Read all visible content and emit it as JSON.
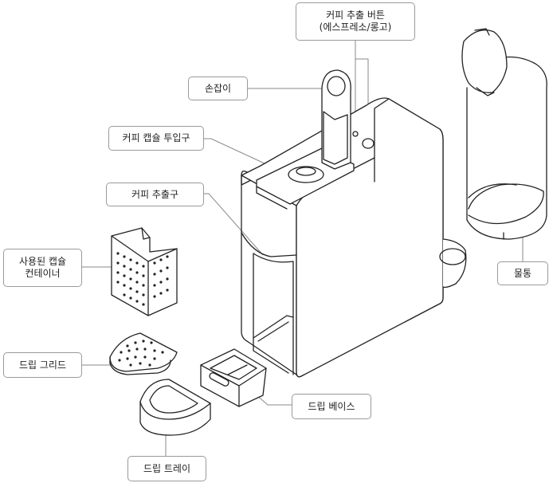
{
  "labels": {
    "brew_button": {
      "line1": "커피 추출 버튼",
      "line2": "(에스프레소/롱고)"
    },
    "handle": "손잡이",
    "capsule_slot": "커피 캡슐 투입구",
    "coffee_outlet": "커피 추출구",
    "used_capsule_container": {
      "line1": "사용된 캡슐",
      "line2": "컨테이너"
    },
    "drip_grid": "드립 그리드",
    "drip_base": "드립 베이스",
    "drip_tray": "드립 트레이",
    "water_tank": "물통"
  }
}
